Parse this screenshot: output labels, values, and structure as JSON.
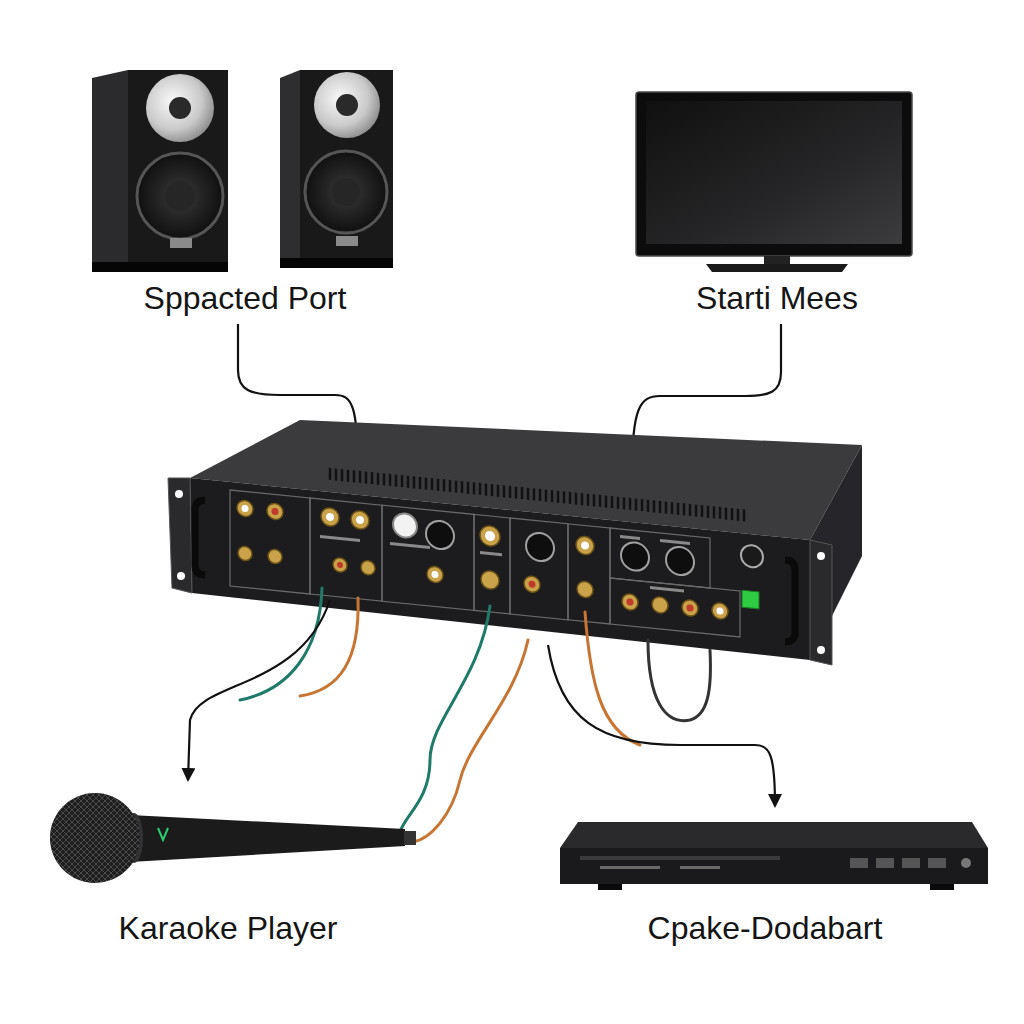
{
  "diagram": {
    "labels": [
      "Sppacted Port",
      "Starti Mees",
      "Karaoke Player",
      "Cpake-Dodabart"
    ]
  }
}
